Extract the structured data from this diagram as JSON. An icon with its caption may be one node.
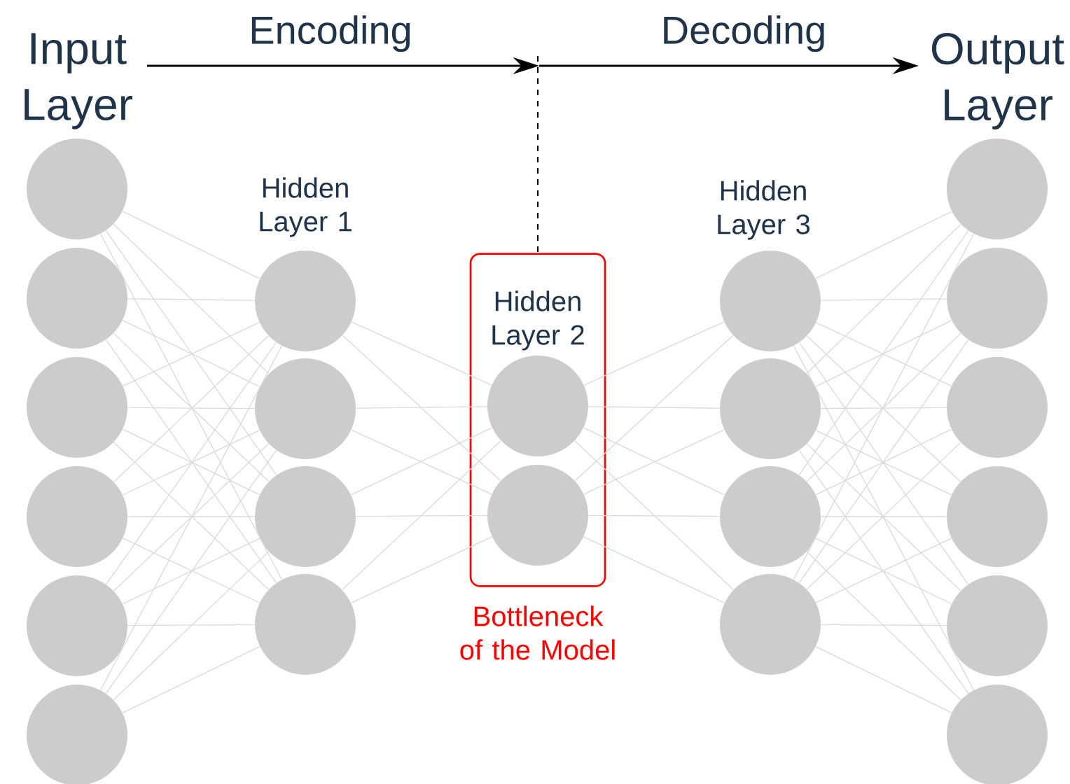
{
  "diagram": {
    "nodes": [
      {
        "text": [],
        "shape": "circle"
      },
      {
        "text": [],
        "shape": "circle"
      },
      {
        "text": [],
        "shape": "circle"
      },
      {
        "text": [],
        "shape": "circle"
      },
      {
        "text": [],
        "shape": "circle"
      },
      {
        "text": [],
        "shape": "circle"
      },
      {
        "text": [],
        "shape": "circle"
      },
      {
        "text": [],
        "shape": "circle"
      },
      {
        "text": [],
        "shape": "circle"
      },
      {
        "text": [],
        "shape": "circle"
      },
      {
        "text": [
          "Hidden Layer 2"
        ],
        "beside": [
          "Bottleneck of the Model"
        ]
      },
      {
        "text": [],
        "shape": "circle",
        "in": 10
      },
      {
        "text": [],
        "shape": "circle",
        "in": 10
      },
      {
        "text": [],
        "shape": "circle"
      },
      {
        "text": [],
        "shape": "circle"
      },
      {
        "text": [],
        "shape": "circle"
      },
      {
        "text": [],
        "shape": "circle"
      },
      {
        "text": [],
        "shape": "circle"
      },
      {
        "text": [],
        "shape": "circle"
      },
      {
        "text": [],
        "shape": "circle"
      },
      {
        "text": [],
        "shape": "circle"
      },
      {
        "text": [],
        "shape": "circle"
      },
      {
        "text": [],
        "shape": "circle"
      }
    ],
    "edges": [
      {
        "from": 0,
        "to": 6,
        "arrow": "none"
      },
      {
        "from": 0,
        "to": 7,
        "arrow": "none"
      },
      {
        "from": 0,
        "to": 8,
        "arrow": "none"
      },
      {
        "from": 0,
        "to": 9,
        "arrow": "none"
      },
      {
        "from": 1,
        "to": 6,
        "arrow": "none"
      },
      {
        "from": 1,
        "to": 7,
        "arrow": "none"
      },
      {
        "from": 1,
        "to": 8,
        "arrow": "none"
      },
      {
        "from": 1,
        "to": 9,
        "arrow": "none"
      },
      {
        "from": 2,
        "to": 6,
        "arrow": "none"
      },
      {
        "from": 2,
        "to": 7,
        "arrow": "none"
      },
      {
        "from": 2,
        "to": 8,
        "arrow": "none"
      },
      {
        "from": 2,
        "to": 9,
        "arrow": "none"
      },
      {
        "from": 3,
        "to": 6,
        "arrow": "none"
      },
      {
        "from": 3,
        "to": 7,
        "arrow": "none"
      },
      {
        "from": 3,
        "to": 8,
        "arrow": "none"
      },
      {
        "from": 3,
        "to": 9,
        "arrow": "none"
      },
      {
        "from": 4,
        "to": 6,
        "arrow": "none"
      },
      {
        "from": 4,
        "to": 7,
        "arrow": "none"
      },
      {
        "from": 4,
        "to": 8,
        "arrow": "none"
      },
      {
        "from": 4,
        "to": 9,
        "arrow": "none"
      },
      {
        "from": 5,
        "to": 6,
        "arrow": "none"
      },
      {
        "from": 5,
        "to": 7,
        "arrow": "none"
      },
      {
        "from": 5,
        "to": 8,
        "arrow": "none"
      },
      {
        "from": 5,
        "to": 9,
        "arrow": "none"
      },
      {
        "from": 6,
        "to": 11,
        "arrow": "none"
      },
      {
        "from": 6,
        "to": 12,
        "arrow": "none"
      },
      {
        "from": 7,
        "to": 11,
        "arrow": "none"
      },
      {
        "from": 7,
        "to": 12,
        "arrow": "none"
      },
      {
        "from": 8,
        "to": 11,
        "arrow": "none"
      },
      {
        "from": 8,
        "to": 12,
        "arrow": "none"
      },
      {
        "from": 9,
        "to": 11,
        "arrow": "none"
      },
      {
        "from": 9,
        "to": 12,
        "arrow": "none"
      },
      {
        "from": 11,
        "to": 13,
        "arrow": "none"
      },
      {
        "from": 11,
        "to": 14,
        "arrow": "none"
      },
      {
        "from": 11,
        "to": 15,
        "arrow": "none"
      },
      {
        "from": 11,
        "to": 16,
        "arrow": "none"
      },
      {
        "from": 12,
        "to": 13,
        "arrow": "none"
      },
      {
        "from": 12,
        "to": 14,
        "arrow": "none"
      },
      {
        "from": 12,
        "to": 15,
        "arrow": "none"
      },
      {
        "from": 12,
        "to": 16,
        "arrow": "none"
      },
      {
        "from": 13,
        "to": 17,
        "arrow": "none"
      },
      {
        "from": 13,
        "to": 18,
        "arrow": "none"
      },
      {
        "from": 13,
        "to": 19,
        "arrow": "none"
      },
      {
        "from": 13,
        "to": 20,
        "arrow": "none"
      },
      {
        "from": 13,
        "to": 21,
        "arrow": "none"
      },
      {
        "from": 13,
        "to": 22,
        "arrow": "none"
      },
      {
        "from": 14,
        "to": 17,
        "arrow": "none"
      },
      {
        "from": 14,
        "to": 18,
        "arrow": "none"
      },
      {
        "from": 14,
        "to": 19,
        "arrow": "none"
      },
      {
        "from": 14,
        "to": 20,
        "arrow": "none"
      },
      {
        "from": 14,
        "to": 21,
        "arrow": "none"
      },
      {
        "from": 14,
        "to": 22,
        "arrow": "none"
      },
      {
        "from": 15,
        "to": 17,
        "arrow": "none"
      },
      {
        "from": 15,
        "to": 18,
        "arrow": "none"
      },
      {
        "from": 15,
        "to": 19,
        "arrow": "none"
      },
      {
        "from": 15,
        "to": 20,
        "arrow": "none"
      },
      {
        "from": 15,
        "to": 21,
        "arrow": "none"
      },
      {
        "from": 15,
        "to": 22,
        "arrow": "none"
      },
      {
        "from": 16,
        "to": 17,
        "arrow": "none"
      },
      {
        "from": 16,
        "to": 18,
        "arrow": "none"
      },
      {
        "from": 16,
        "to": 19,
        "arrow": "none"
      },
      {
        "from": 16,
        "to": 20,
        "arrow": "none"
      },
      {
        "from": 16,
        "to": 21,
        "arrow": "none"
      },
      {
        "from": 16,
        "to": 22,
        "arrow": "none"
      }
    ],
    "labels": [
      "Input Layer",
      "Encoding",
      "Decoding",
      "Output Layer",
      "Hidden Layer 1",
      "Hidden Layer 3"
    ]
  }
}
